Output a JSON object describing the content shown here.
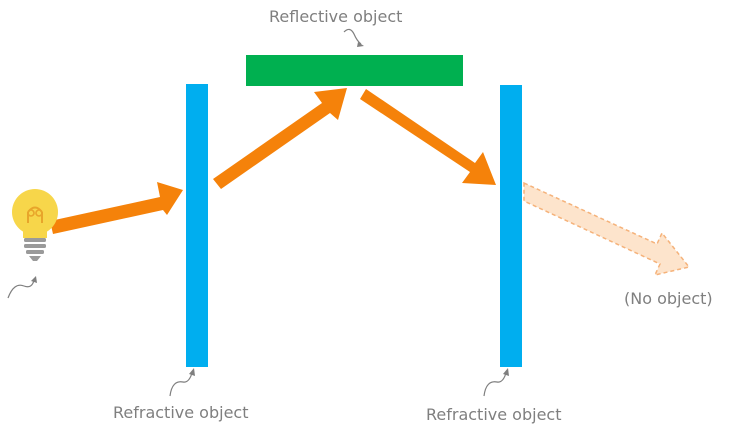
{
  "labels": {
    "reflective": "Reflective object",
    "refractive_left": "Refractive object",
    "refractive_right": "Refractive object",
    "no_object": "(No object)"
  },
  "colors": {
    "refractive": "#00aeef",
    "reflective": "#00b050",
    "ray": "#f5820a",
    "faded_ray": "#fde4cc",
    "faded_ray_border": "#f5b27a",
    "label_text": "#7f7f7f",
    "callout": "#7f7f7f",
    "bulb_glass": "#f7d64a",
    "bulb_base": "#9a9a9a"
  },
  "icons": {
    "light_source": "light-bulb-icon"
  }
}
